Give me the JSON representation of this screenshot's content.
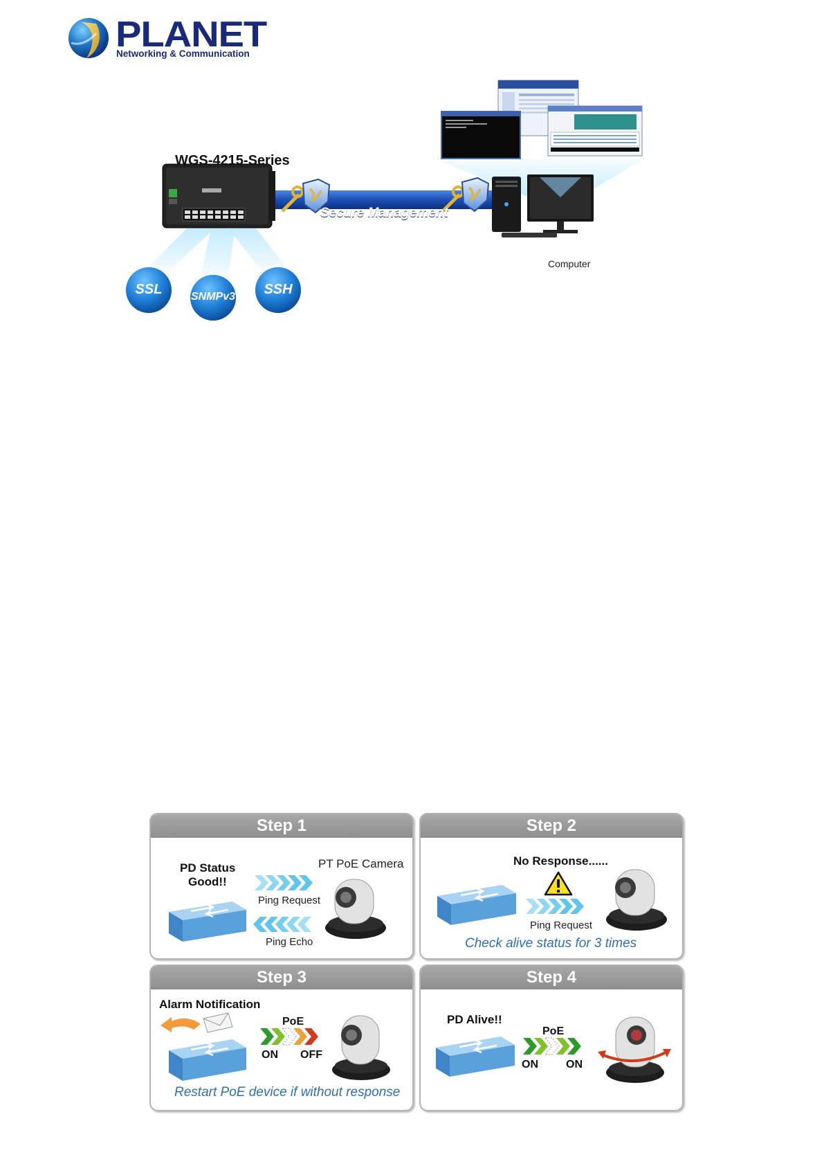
{
  "header": {
    "logo_name": "PLANET",
    "logo_tagline": "Networking & Communication"
  },
  "diagram_secure": {
    "device_label": "WGS-4215-Series",
    "link_label": "Secure Management",
    "computer_label": "Computer",
    "protocols": [
      "SSL",
      "SNMPv3",
      "SSH"
    ]
  },
  "steps": [
    {
      "title": "Step 1",
      "status": "PD Status",
      "status2": "Good!!",
      "device": "PT PoE Camera",
      "request": "Ping Request",
      "echo": "Ping Echo"
    },
    {
      "title": "Step 2",
      "message": "No Response......",
      "request": "Ping Request",
      "note": "Check alive status for 3 times"
    },
    {
      "title": "Step 3",
      "alarm": "Alarm Notification",
      "poe": "PoE",
      "on": "ON",
      "off": "OFF",
      "note": "Restart PoE device if without response"
    },
    {
      "title": "Step 4",
      "status": "PD Alive!!",
      "poe": "PoE",
      "on_left": "ON",
      "on_right": "ON"
    }
  ],
  "colors": {
    "brand": "#1a2a7a",
    "switch_blue": "#4a8fd0",
    "accent_blue": "#2f6fb3",
    "step_header": "#9a9a9a",
    "arrow_green": "#2e9a2e",
    "arrow_red": "#d23a1e"
  }
}
